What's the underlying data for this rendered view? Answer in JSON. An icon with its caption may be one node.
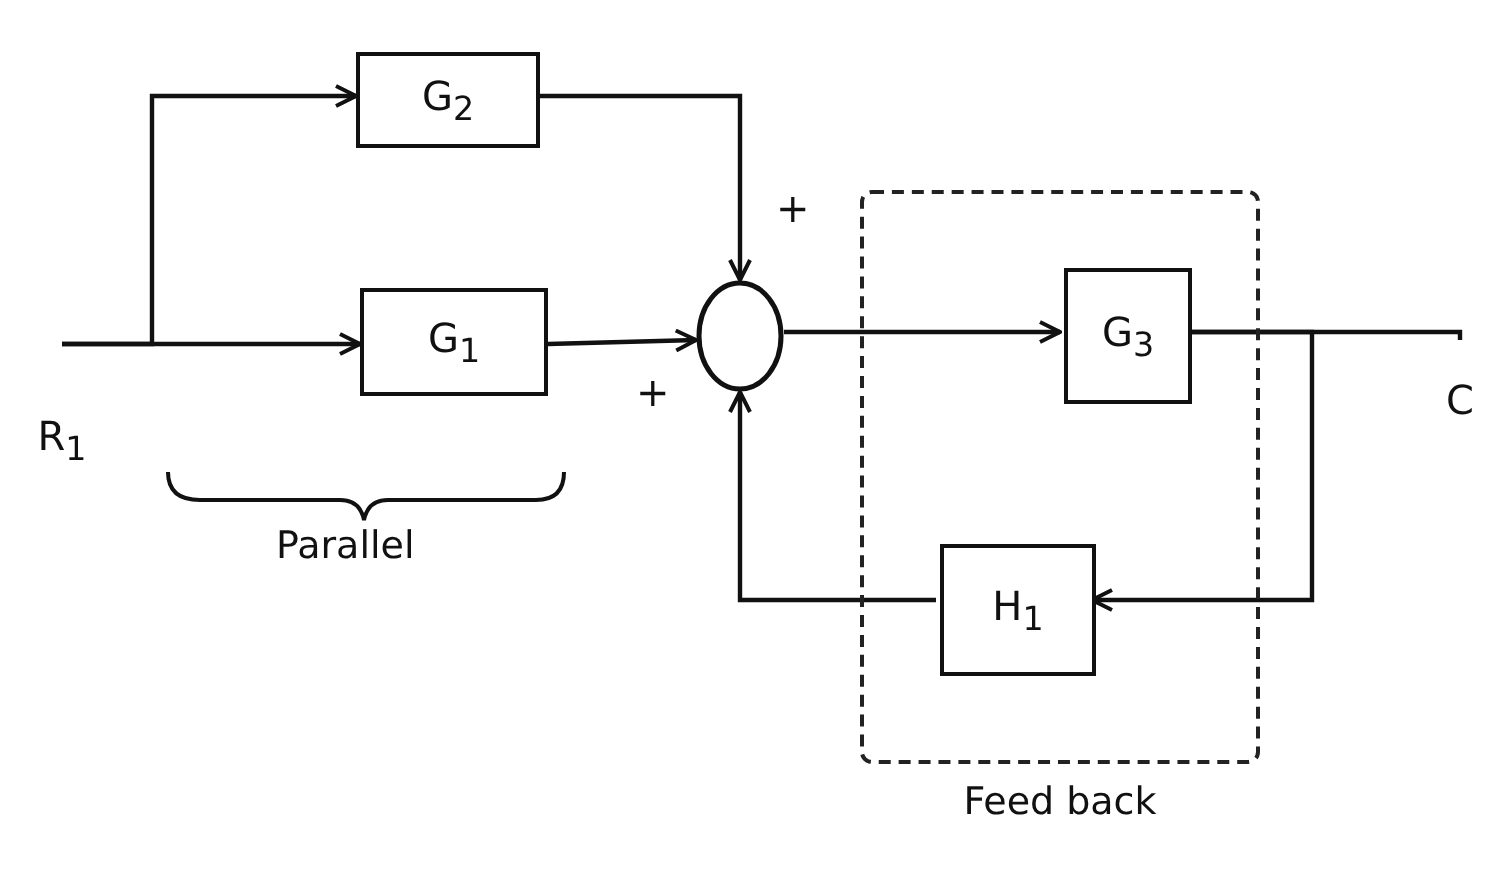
{
  "diagram": {
    "nodes": [
      {
        "text": [
          "R$_{1}$"
        ]
      },
      {
        "text": [
          "G$_{2}$"
        ]
      },
      {
        "text": [
          "G$_{1}$"
        ]
      },
      {
        "text": [],
        "shape": "circle"
      },
      {
        "text": [
          "Feed back"
        ]
      },
      {
        "text": [
          "G$_{3}$"
        ],
        "in": 4
      },
      {
        "text": [
          "H$_{1}$"
        ],
        "in": 4
      },
      {
        "text": [
          "C"
        ]
      }
    ],
    "edges": [
      {
        "from": 0,
        "to": 1,
        "arrow": "to"
      },
      {
        "from": 0,
        "to": 2,
        "arrow": "to"
      },
      {
        "from": 1,
        "to": 3,
        "arrow": "to"
      },
      {
        "from": 2,
        "to": 3,
        "arrow": "to"
      },
      {
        "from": 3,
        "to": 5,
        "arrow": "to"
      },
      {
        "from": 5,
        "to": 7,
        "arrow": "none"
      },
      {
        "from": 5,
        "to": 6,
        "arrow": "to"
      },
      {
        "from": 6,
        "to": 3,
        "arrow": "to"
      }
    ],
    "labels": [
      "+",
      "+",
      "Parallel"
    ]
  }
}
